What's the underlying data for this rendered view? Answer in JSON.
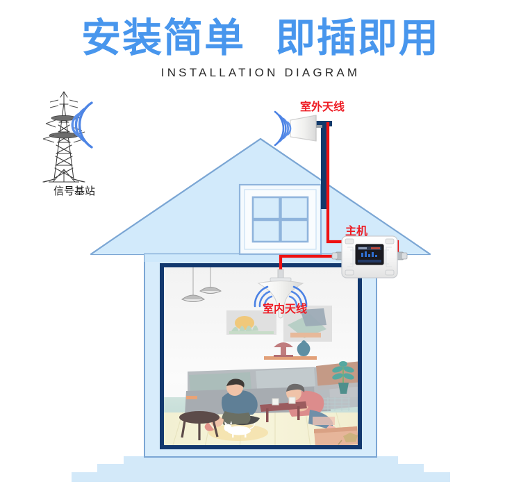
{
  "header": {
    "title": "安装简单  即插即用",
    "subtitle": "INSTALLATION DIAGRAM"
  },
  "labels": {
    "base_station": "信号基站",
    "outdoor_antenna": "室外天线",
    "host": "主机",
    "indoor_antenna": "室内天线"
  },
  "colors": {
    "title_blue": "#4896ed",
    "label_red": "#ee1c24",
    "house_fill": "#d2eafb",
    "house_stroke": "#7ba6d4",
    "room_frame": "#12386e",
    "cable_red": "#ee1111",
    "mast_navy": "#123a6b",
    "wave_blue": "#4a7fe0",
    "step_blue": "#cfe8f9",
    "subtitle_gray": "#2b2b2b"
  },
  "scene": {
    "base_station_waves": 3,
    "outdoor_antenna_waves": 4,
    "indoor_antenna_waves": 3,
    "attic_window_panes": 4,
    "pendant_lamps": 2,
    "people": 2,
    "steps": 3
  }
}
